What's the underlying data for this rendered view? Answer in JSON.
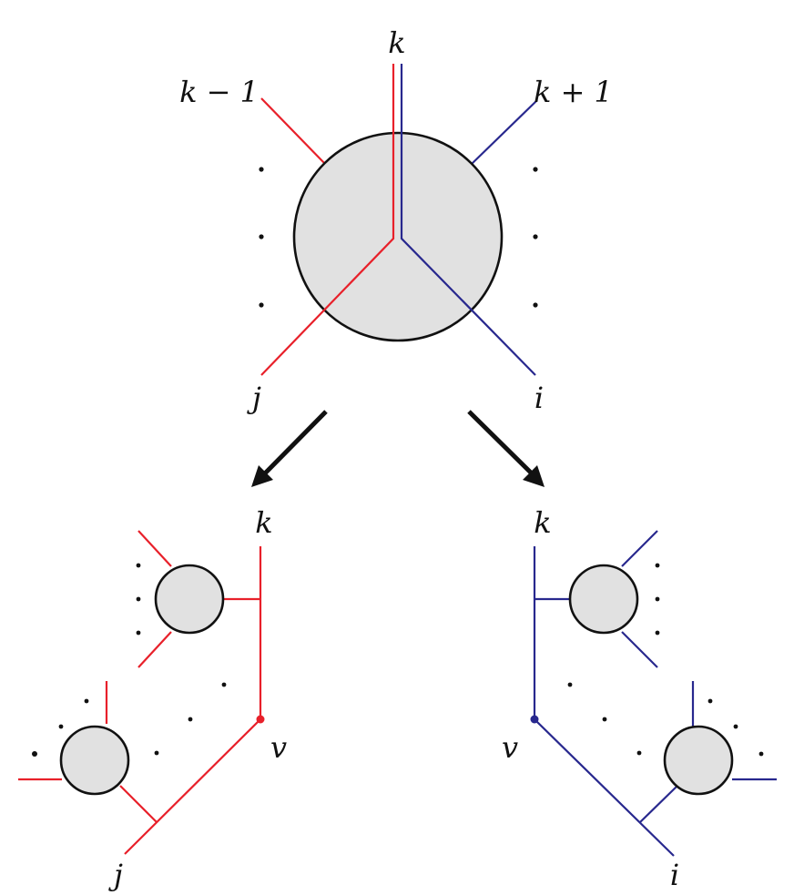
{
  "colors": {
    "red": "#e8202a",
    "blue": "#28288e",
    "blob_fill": "#e1e1e1",
    "outline": "#111111",
    "arrow": "#111111"
  },
  "top": {
    "label_top": "k",
    "label_left": "k − 1",
    "label_right": "k + 1",
    "label_bottom_left": "j",
    "label_bottom_right": "i"
  },
  "left": {
    "label_top": "k",
    "label_vertex": "v",
    "label_bottom": "j"
  },
  "right": {
    "label_top": "k",
    "label_vertex": "v",
    "label_bottom": "i"
  }
}
